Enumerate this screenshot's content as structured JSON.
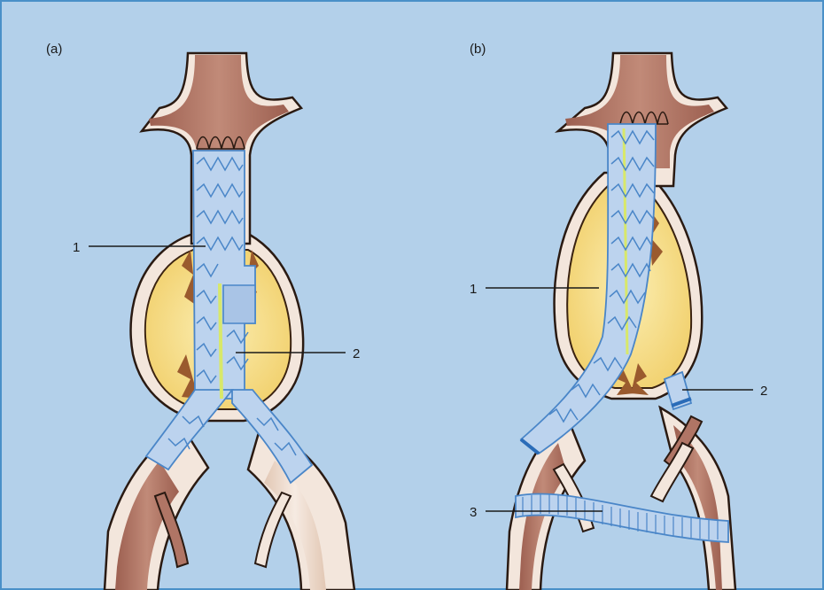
{
  "panels": [
    {
      "label": "(a)",
      "callouts": [
        "1",
        "2"
      ]
    },
    {
      "label": "(b)",
      "callouts": [
        "1",
        "2",
        "3"
      ]
    }
  ],
  "colors": {
    "background": "#b3d0ea",
    "border": "#4a90c8",
    "vessel_outline": "#2a1a12",
    "vessel_wall": "#f3e6dc",
    "artery": "#b07565",
    "aneurysm_sac": "#f5dc8a",
    "thrombus": "#9a5a2e",
    "stent_graft": "#bcd3ee",
    "stent_wire": "#4a86c8"
  }
}
